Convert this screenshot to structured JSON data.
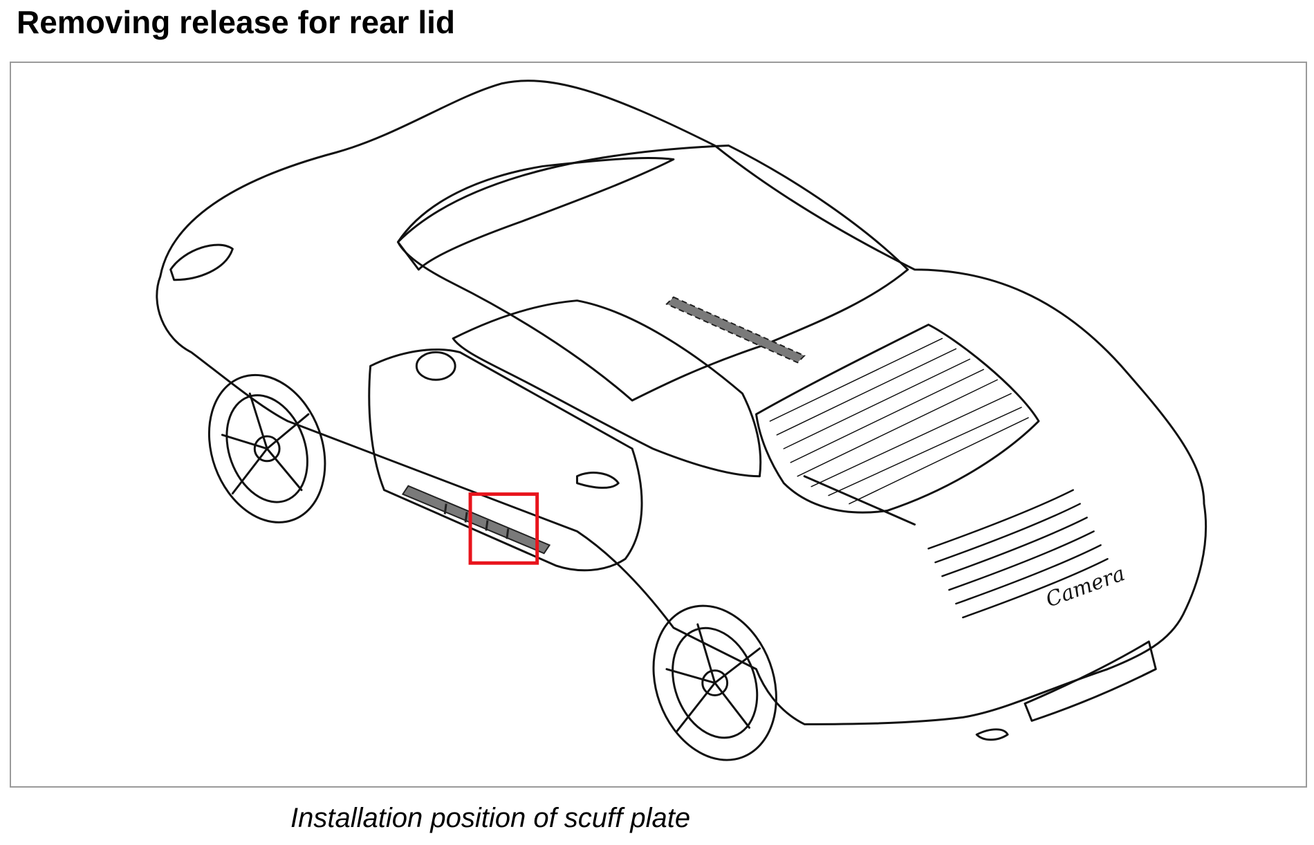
{
  "document": {
    "title": "Removing release for rear lid",
    "caption": "Installation position of scuff plate"
  },
  "illustration": {
    "subject": "car-line-drawing",
    "badge_text": "Camera",
    "highlight_color": "#e8141c",
    "part_fill_color": "#7a7a7a",
    "line_color": "#111111"
  }
}
